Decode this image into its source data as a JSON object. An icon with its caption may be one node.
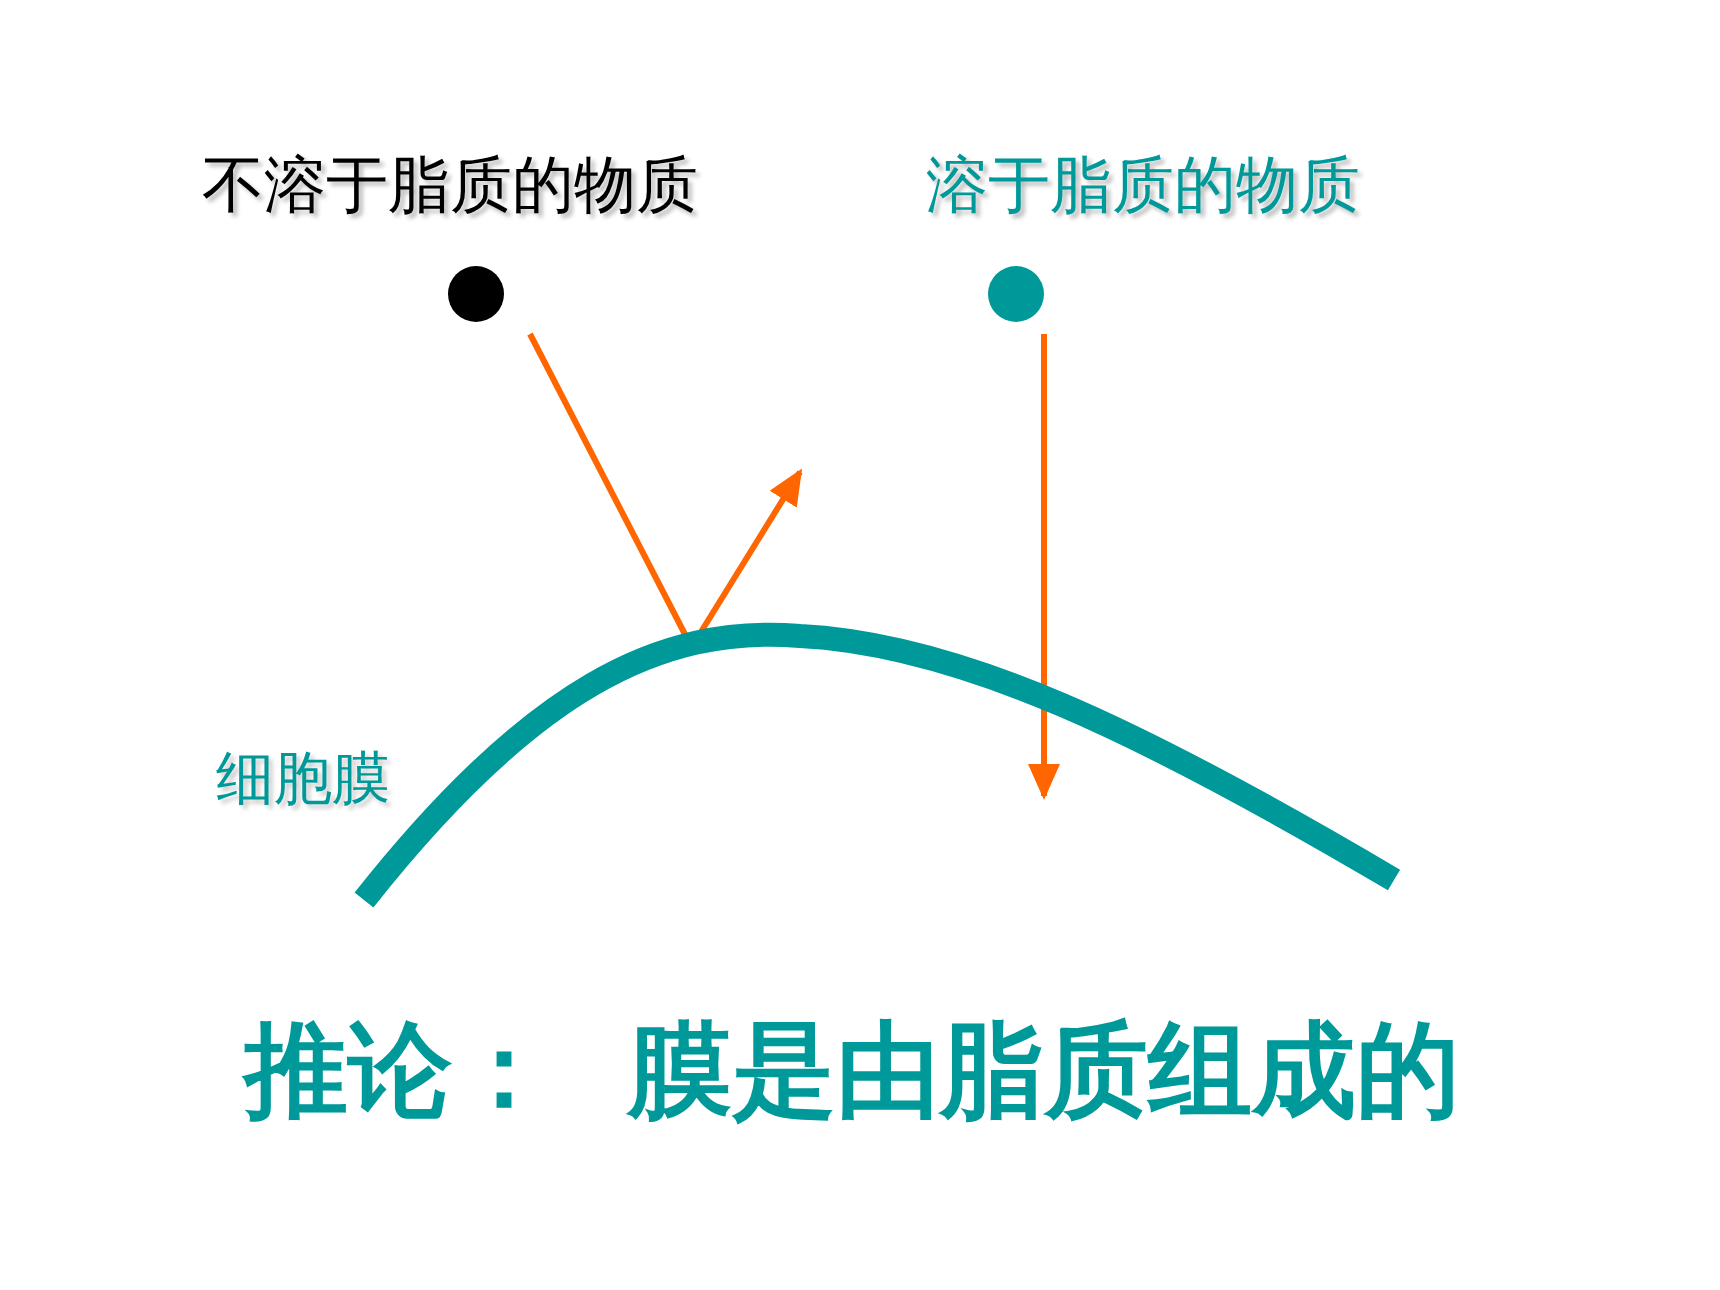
{
  "diagram": {
    "nodes": [
      {
        "text": [
          "不溶于脂质的物质"
        ]
      },
      {
        "text": [
          "溶于脂质的物质"
        ]
      },
      {
        "text": [
          "细胞膜"
        ]
      }
    ],
    "edges": [
      {
        "from": 0,
        "to": 2,
        "arrow": "none"
      },
      {
        "from": 2,
        "to": null,
        "arrow": "to"
      },
      {
        "from": 1,
        "to": 2,
        "arrow": "to"
      }
    ],
    "labels": [
      "推论：  膜是由脂质组成的"
    ]
  }
}
